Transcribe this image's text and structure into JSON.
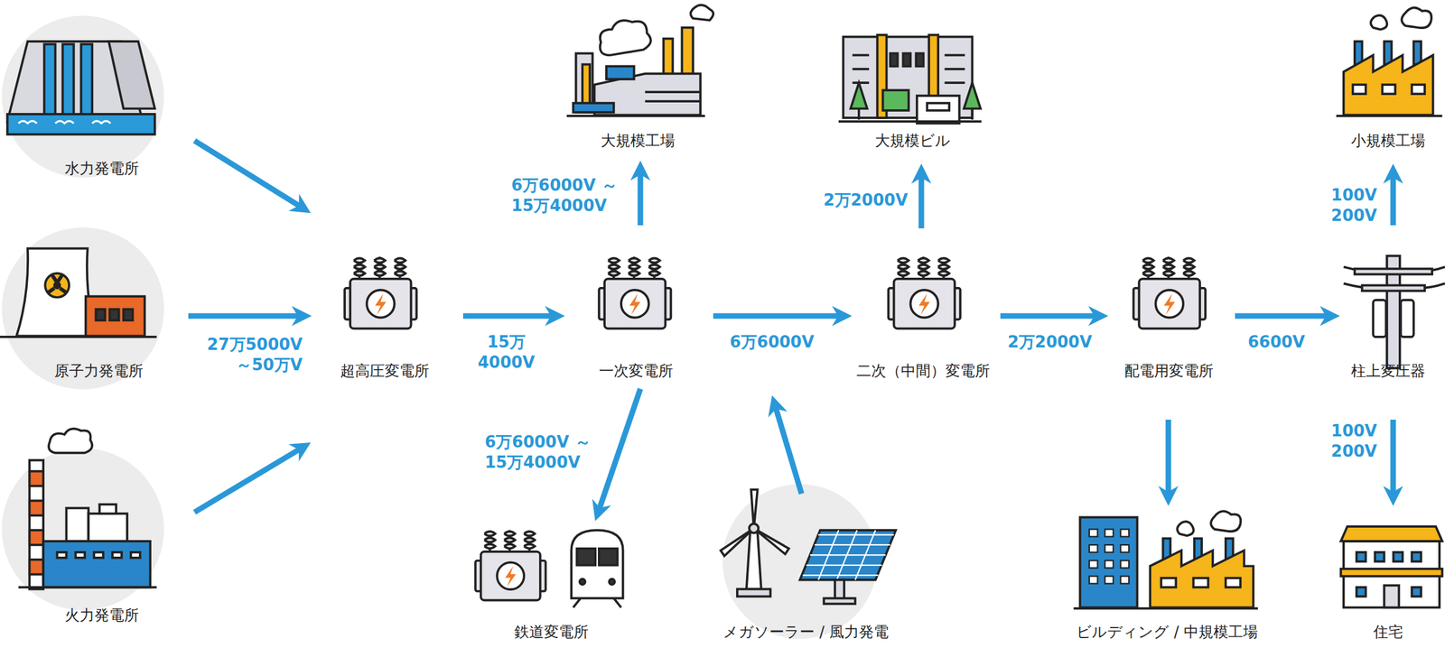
{
  "diagram": {
    "nodes": [
      {
        "text": [
          "水力発電所"
        ]
      },
      {
        "text": [
          "原子力発電所"
        ]
      },
      {
        "text": [
          "火力発電所"
        ]
      },
      {
        "text": [
          "超高圧変電所"
        ]
      },
      {
        "text": [
          "一次変電所"
        ]
      },
      {
        "text": [
          "大規模工場"
        ]
      },
      {
        "text": [
          "鉄道変電所"
        ]
      },
      {
        "text": [
          "メガソーラー / 風力発電"
        ]
      },
      {
        "text": [
          "二次（中間）変電所"
        ]
      },
      {
        "text": [
          "大規模ビル"
        ]
      },
      {
        "text": [
          "配電用変電所"
        ]
      },
      {
        "text": [
          "ビルディング / 中規模工場"
        ]
      },
      {
        "text": [
          "柱上変圧器"
        ]
      },
      {
        "text": [
          "小規模工場"
        ]
      },
      {
        "text": [
          "住宅"
        ]
      }
    ],
    "edges": [
      {
        "from": 0,
        "to": 3,
        "arrow": "to"
      },
      {
        "from": 1,
        "to": 3,
        "label": "27万5000V ～50万V",
        "arrow": "to"
      },
      {
        "from": 2,
        "to": 3,
        "arrow": "to"
      },
      {
        "from": 3,
        "to": 4,
        "label": "15万4000V",
        "arrow": "to"
      },
      {
        "from": 4,
        "to": 5,
        "label": "6万6000V ～15万4000V",
        "arrow": "to"
      },
      {
        "from": 4,
        "to": 6,
        "label": "6万6000V ～15万4000V",
        "arrow": "to"
      },
      {
        "from": 4,
        "to": 8,
        "label": "6万6000V",
        "arrow": "to"
      },
      {
        "from": 7,
        "to": 4,
        "arrow": "to"
      },
      {
        "from": 8,
        "to": 9,
        "label": "2万2000V",
        "arrow": "to"
      },
      {
        "from": 8,
        "to": 10,
        "label": "2万2000V",
        "arrow": "to"
      },
      {
        "from": 10,
        "to": 11,
        "arrow": "to"
      },
      {
        "from": 10,
        "to": 12,
        "label": "6600V",
        "arrow": "to"
      },
      {
        "from": 12,
        "to": 13,
        "label": "100V 200V",
        "arrow": "to"
      },
      {
        "from": 12,
        "to": 14,
        "label": "100V 200V",
        "arrow": "to"
      }
    ]
  }
}
